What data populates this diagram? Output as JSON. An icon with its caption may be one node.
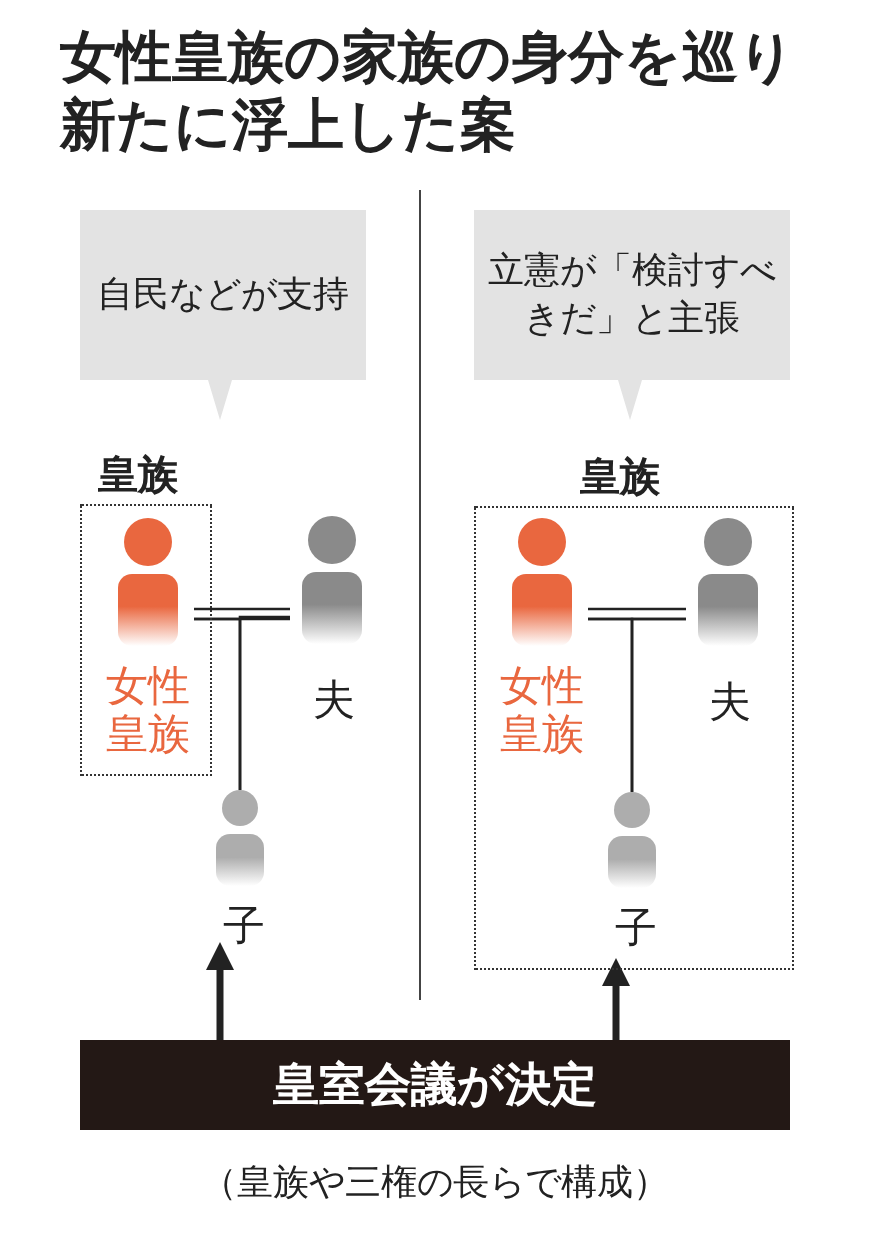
{
  "diagram": {
    "title": "女性皇族の家族の身分を巡り新たに浮上した案",
    "nodes": [
      {
        "text": [
          "自民などが支持"
        ]
      },
      {
        "text": [
          "皇族"
        ]
      },
      {
        "text": [
          "女性皇族"
        ],
        "in": 1
      },
      {
        "text": [
          "夫"
        ]
      },
      {
        "text": [
          "子"
        ]
      },
      {
        "text": [
          "立憲が「検討すべきだ」と主張"
        ]
      },
      {
        "text": [
          "皇族"
        ]
      },
      {
        "text": [
          "女性皇族"
        ],
        "in": 6
      },
      {
        "text": [
          "夫"
        ],
        "in": 6
      },
      {
        "text": [
          "子"
        ],
        "in": 6
      },
      {
        "text": [
          "皇室会議が決定"
        ],
        "beside": [
          "（皇族や三権の長らで構成）"
        ]
      }
    ],
    "edges": [
      {
        "from": 2,
        "to": 3,
        "arrow": "none"
      },
      {
        "from": 2,
        "to": 4,
        "arrow": "none"
      },
      {
        "from": 3,
        "to": 4,
        "arrow": "none"
      },
      {
        "from": 7,
        "to": 8,
        "arrow": "none"
      },
      {
        "from": 7,
        "to": 9,
        "arrow": "none"
      },
      {
        "from": 8,
        "to": 9,
        "arrow": "none"
      },
      {
        "from": 10,
        "to": 4,
        "arrow": "to",
        "style": "thick"
      },
      {
        "from": 10,
        "to": 6,
        "arrow": "to",
        "style": "thick"
      }
    ]
  }
}
